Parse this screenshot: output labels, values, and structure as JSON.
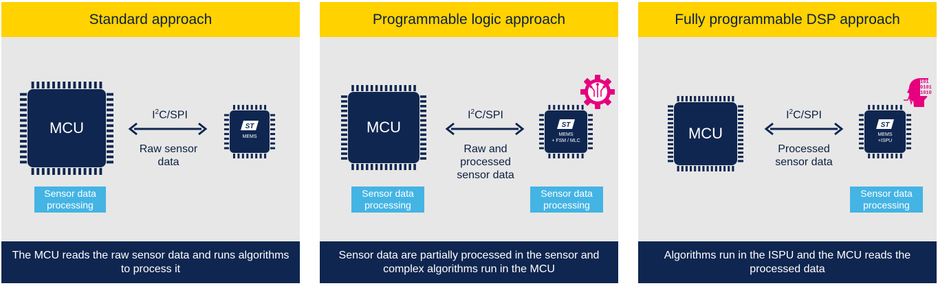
{
  "panels": [
    {
      "title": "Standard approach",
      "mcu_label": "MCU",
      "interface": "I²C/SPI",
      "link_label": "Raw sensor data",
      "sensor_text": [
        "MEMS"
      ],
      "mcu_processing": "Sensor data processing",
      "footer": "The MCU reads the raw sensor data and runs algorithms to process it"
    },
    {
      "title": "Programmable logic approach",
      "mcu_label": "MCU",
      "interface": "I²C/SPI",
      "link_label": "Raw and processed sensor data",
      "sensor_text": [
        "MEMS",
        "+ FSM / MLC"
      ],
      "mcu_processing": "Sensor data processing",
      "sensor_processing": "Sensor data processing",
      "footer": "Sensor data are partially processed in the sensor and complex algorithms run in the MCU"
    },
    {
      "title": "Fully programmable DSP approach",
      "mcu_label": "MCU",
      "interface": "I²C/SPI",
      "link_label": "Processed sensor data",
      "sensor_text": [
        "MEMS",
        "+ISPU"
      ],
      "sensor_processing": "Sensor data processing",
      "binary_digits": [
        "101",
        "0101",
        "1010"
      ],
      "footer": "Algorithms run in the ISPU and the MCU reads the processed data"
    }
  ],
  "colors": {
    "header_bg": "#ffd200",
    "footer_bg": "#0f2650",
    "chip": "#0f2650",
    "processing_box": "#44b4e4",
    "accent_icon": "#e6007e",
    "body_bg": "#e7e7e7"
  }
}
